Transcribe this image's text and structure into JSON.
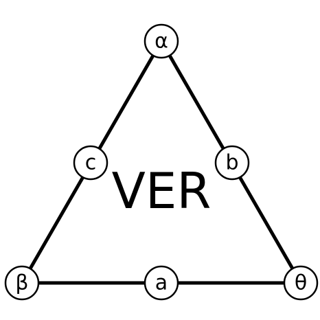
{
  "diagram": {
    "center_text": "VER",
    "vertices": {
      "top": "α",
      "bottom_left": "β",
      "bottom_right": "θ"
    },
    "edge_midpoints": {
      "left": "c",
      "right": "b",
      "bottom": "a"
    }
  }
}
